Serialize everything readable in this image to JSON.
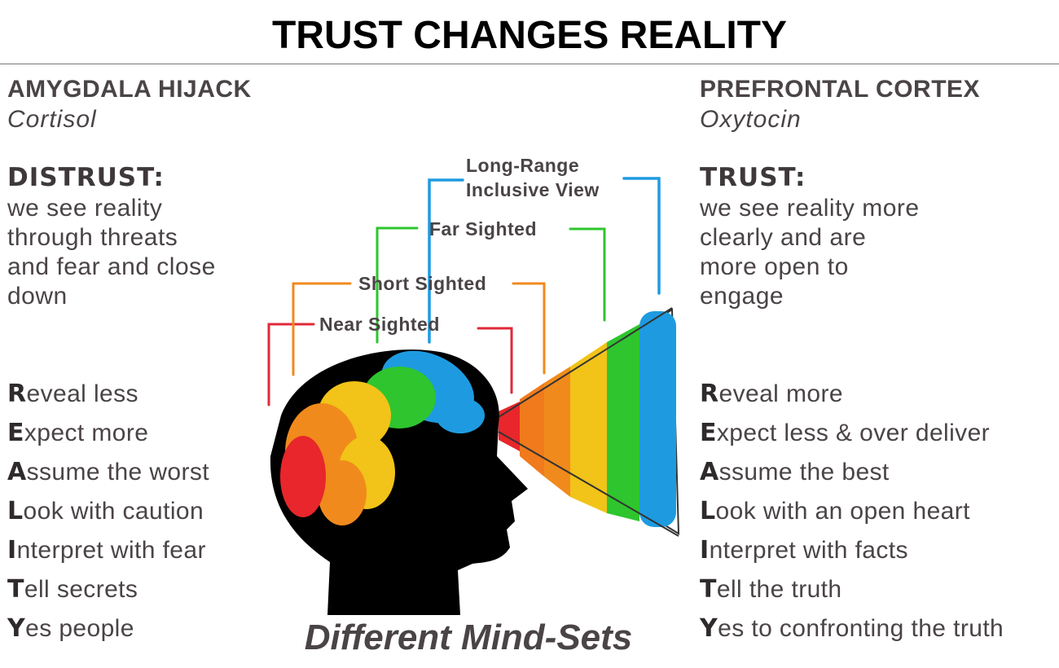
{
  "title": "TRUST CHANGES REALITY",
  "left": {
    "header": "AMYGDALA HIJACK",
    "hormone": "Cortisol",
    "lead": "DISTRUST:",
    "body": "we see reality through threats and fear and close down",
    "list": [
      {
        "initial": "R",
        "rest": "eveal less"
      },
      {
        "initial": "E",
        "rest": "xpect more"
      },
      {
        "initial": "A",
        "rest": "ssume the worst"
      },
      {
        "initial": "L",
        "rest": "ook with caution"
      },
      {
        "initial": "I",
        "rest": "nterpret with fear"
      },
      {
        "initial": "T",
        "rest": "ell secrets"
      },
      {
        "initial": "Y",
        "rest": "es people"
      }
    ]
  },
  "right": {
    "header": "PREFRONTAL CORTEX",
    "hormone": "Oxytocin",
    "lead": "TRUST:",
    "body": "we see reality more clearly and are more open to engage",
    "list": [
      {
        "initial": "R",
        "rest": "eveal more"
      },
      {
        "initial": "E",
        "rest": "xpect less & over deliver"
      },
      {
        "initial": "A",
        "rest": "ssume the best"
      },
      {
        "initial": "L",
        "rest": "ook with an open heart"
      },
      {
        "initial": "I",
        "rest": "nterpret with facts"
      },
      {
        "initial": "T",
        "rest": "ell the truth"
      },
      {
        "initial": "Y",
        "rest": "es to confronting the truth"
      }
    ]
  },
  "views": {
    "long_range_1": "Long-Range",
    "long_range_2": "Inclusive View",
    "far": "Far Sighted",
    "short": "Short Sighted",
    "near": "Near Sighted"
  },
  "caption": "Different Mind-Sets",
  "colors": {
    "red": "#e8262b",
    "orange": "#f08a1c",
    "yellow": "#f2c318",
    "green": "#2ec52e",
    "blue": "#1e9be0"
  }
}
